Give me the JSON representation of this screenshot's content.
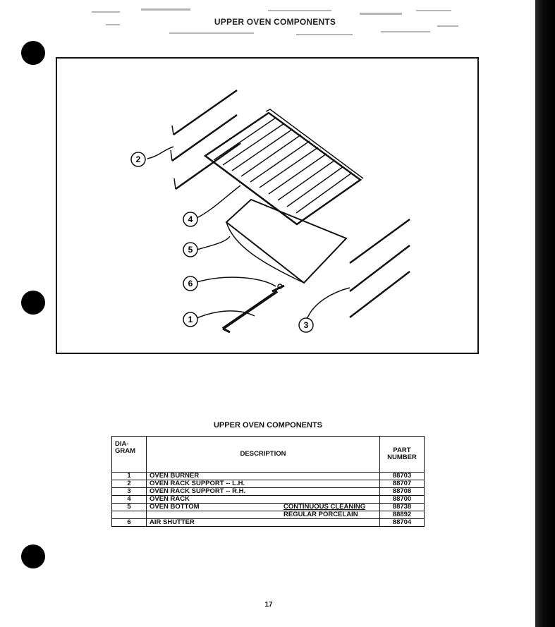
{
  "page": {
    "header": "UPPER OVEN COMPONENTS",
    "page_number": "17"
  },
  "diagram": {
    "callouts": [
      "2",
      "4",
      "5",
      "6",
      "1",
      "3"
    ]
  },
  "table": {
    "title": "UPPER OVEN COMPONENTS",
    "headers": {
      "diagram": "DIA-GRAM",
      "description": "DESCRIPTION",
      "part_number": "PART NUMBER"
    },
    "rows": [
      {
        "diagram": "1",
        "description": "OVEN BURNER",
        "variant": "",
        "part": "88703"
      },
      {
        "diagram": "2",
        "description": "OVEN RACK SUPPORT -- L.H.",
        "variant": "",
        "part": "88707"
      },
      {
        "diagram": "3",
        "description": "OVEN RACK SUPPORT -- R.H.",
        "variant": "",
        "part": "88708"
      },
      {
        "diagram": "4",
        "description": "OVEN RACK",
        "variant": "",
        "part": "88700"
      },
      {
        "diagram": "5",
        "description": "OVEN BOTTOM",
        "variant": "CONTINUOUS CLEANING",
        "part": "88738"
      },
      {
        "diagram": "",
        "description": "",
        "variant": "REGULAR PORCELAIN",
        "part": "88892"
      },
      {
        "diagram": "6",
        "description": "AIR SHUTTER",
        "variant": "",
        "part": "88704"
      }
    ]
  }
}
